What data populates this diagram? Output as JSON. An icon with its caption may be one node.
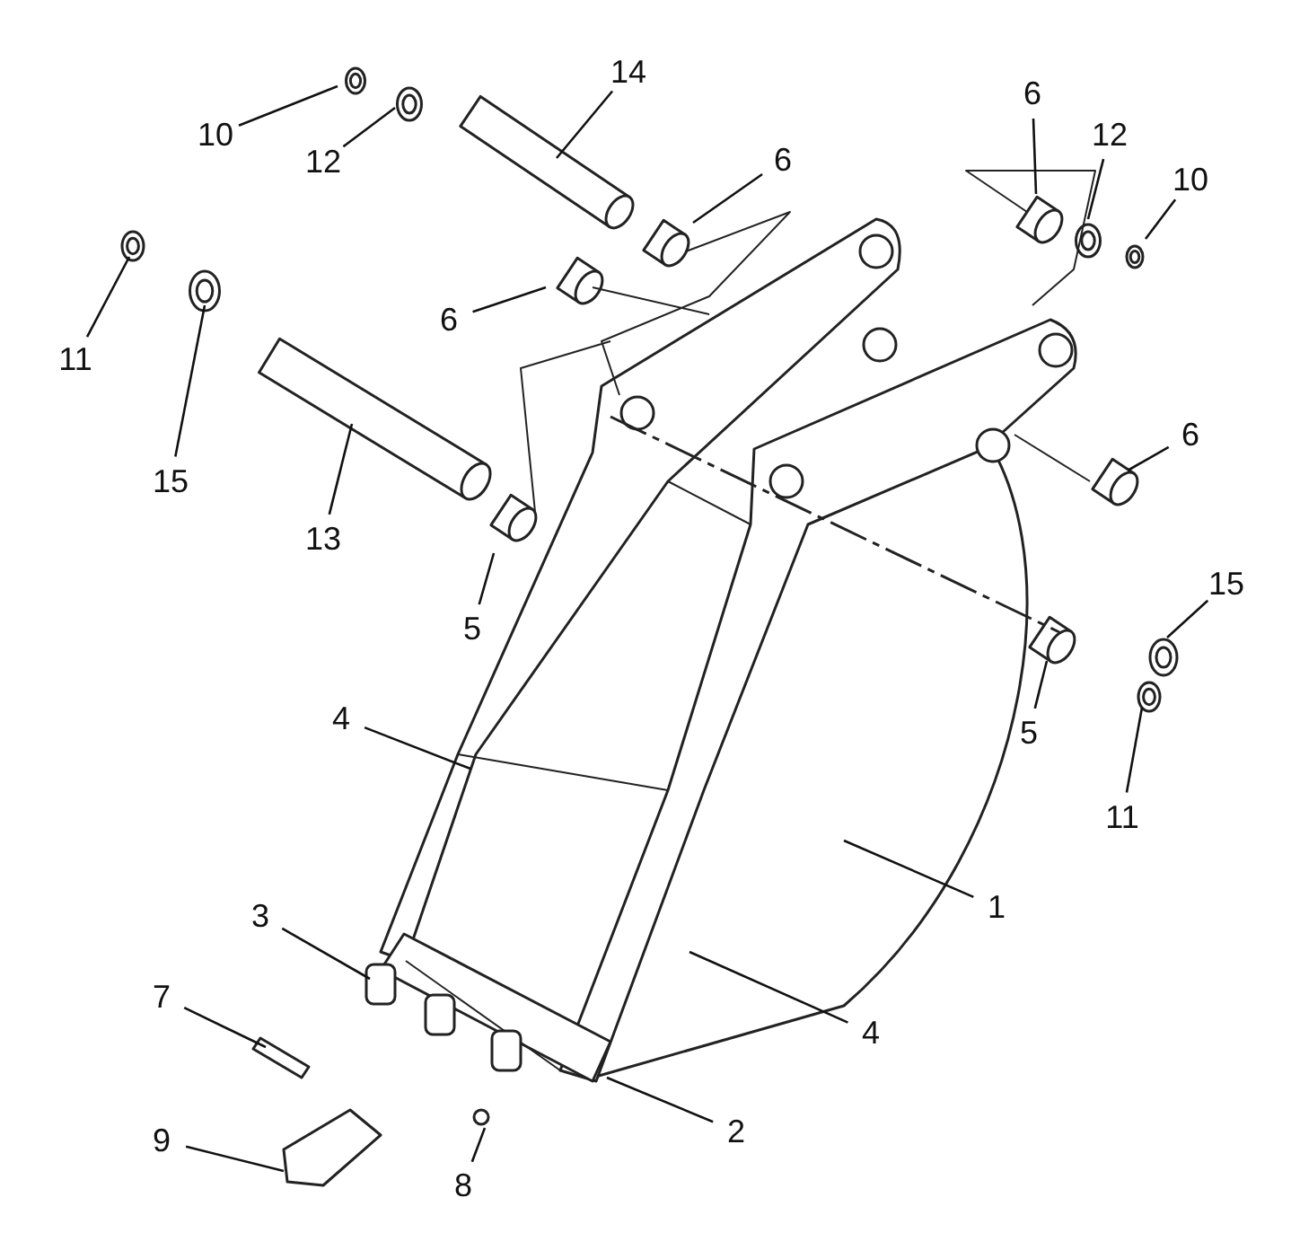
{
  "diagram": {
    "nodes": [
      {
        "text": [
          "14"
        ]
      },
      {
        "text": [
          "6"
        ]
      },
      {
        "text": [
          "10"
        ]
      },
      {
        "text": [
          "12"
        ]
      },
      {
        "text": [
          "12"
        ]
      },
      {
        "text": [
          "6"
        ]
      },
      {
        "text": [
          "10"
        ]
      },
      {
        "text": [
          "6"
        ]
      },
      {
        "text": [
          "11"
        ]
      },
      {
        "text": [
          "6"
        ]
      },
      {
        "text": [
          "15"
        ]
      },
      {
        "text": [
          "13"
        ]
      },
      {
        "text": [
          "15"
        ]
      },
      {
        "text": [
          "5"
        ]
      },
      {
        "text": [
          "4"
        ]
      },
      {
        "text": [
          "5"
        ]
      },
      {
        "text": [
          "11"
        ]
      },
      {
        "text": [
          "1"
        ]
      },
      {
        "text": [
          "3"
        ]
      },
      {
        "text": [
          "7"
        ]
      },
      {
        "text": [
          "4"
        ]
      },
      {
        "text": [
          "2"
        ]
      },
      {
        "text": [
          "9"
        ]
      },
      {
        "text": [
          "8"
        ]
      }
    ],
    "edges": [
      {
        "from": 0,
        "to": null,
        "arrow": "none"
      },
      {
        "from": 1,
        "to": null,
        "arrow": "none"
      },
      {
        "from": 2,
        "to": null,
        "arrow": "none"
      },
      {
        "from": 3,
        "to": null,
        "arrow": "none"
      },
      {
        "from": 4,
        "to": null,
        "arrow": "none"
      },
      {
        "from": 5,
        "to": null,
        "arrow": "none"
      },
      {
        "from": 6,
        "to": null,
        "arrow": "none"
      },
      {
        "from": 7,
        "to": null,
        "arrow": "none"
      },
      {
        "from": 8,
        "to": null,
        "arrow": "none"
      },
      {
        "from": 9,
        "to": null,
        "arrow": "none"
      },
      {
        "from": 10,
        "to": null,
        "arrow": "none"
      },
      {
        "from": 11,
        "to": null,
        "arrow": "none"
      },
      {
        "from": 12,
        "to": null,
        "arrow": "none"
      },
      {
        "from": 13,
        "to": null,
        "arrow": "none"
      },
      {
        "from": 14,
        "to": null,
        "arrow": "none"
      },
      {
        "from": 15,
        "to": null,
        "arrow": "none"
      },
      {
        "from": 16,
        "to": null,
        "arrow": "none"
      },
      {
        "from": 17,
        "to": null,
        "arrow": "none"
      },
      {
        "from": 18,
        "to": null,
        "arrow": "none"
      },
      {
        "from": 19,
        "to": null,
        "arrow": "none"
      },
      {
        "from": 20,
        "to": null,
        "arrow": "none"
      },
      {
        "from": 21,
        "to": null,
        "arrow": "none"
      },
      {
        "from": 22,
        "to": null,
        "arrow": "none"
      },
      {
        "from": 23,
        "to": null,
        "arrow": "none"
      }
    ]
  }
}
